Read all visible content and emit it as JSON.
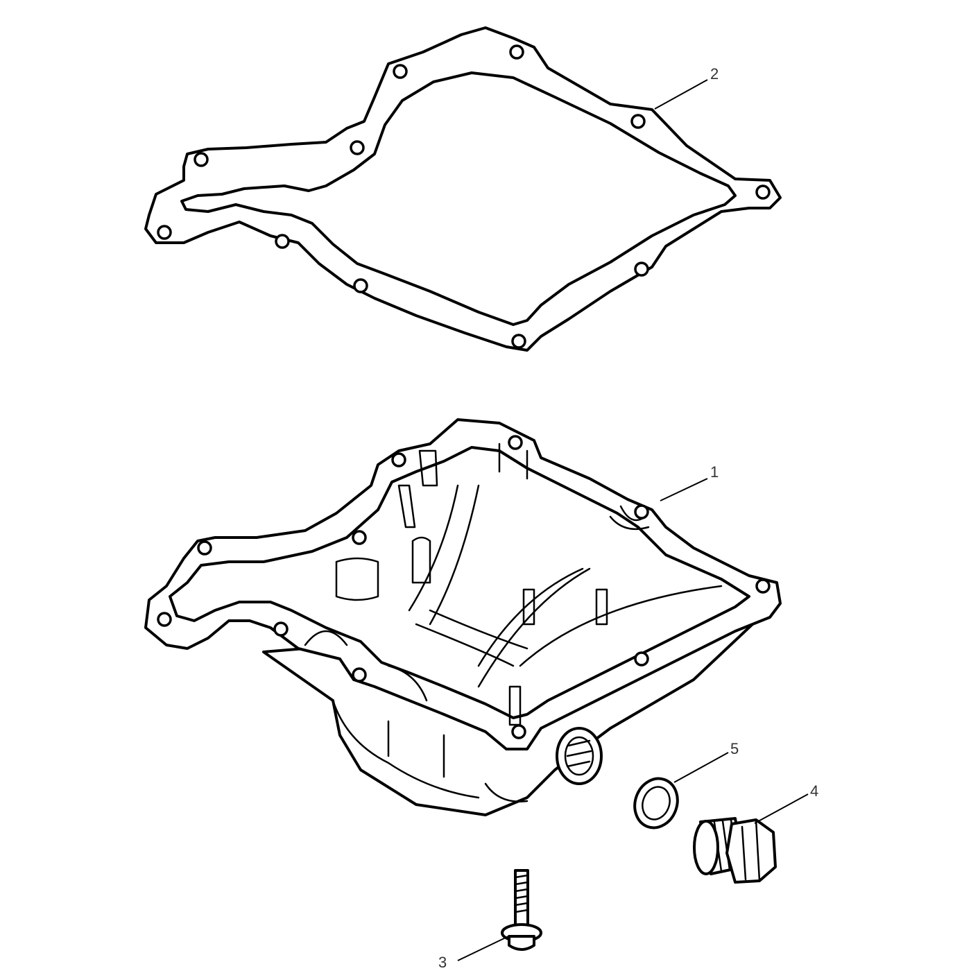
{
  "diagram": {
    "callouts": [
      {
        "id": "1",
        "label": "1"
      },
      {
        "id": "2",
        "label": "2"
      },
      {
        "id": "3",
        "label": "3"
      },
      {
        "id": "4",
        "label": "4"
      },
      {
        "id": "5",
        "label": "5"
      }
    ]
  },
  "colors": {
    "line": "#000000",
    "background": "#ffffff",
    "text": "#333333"
  }
}
